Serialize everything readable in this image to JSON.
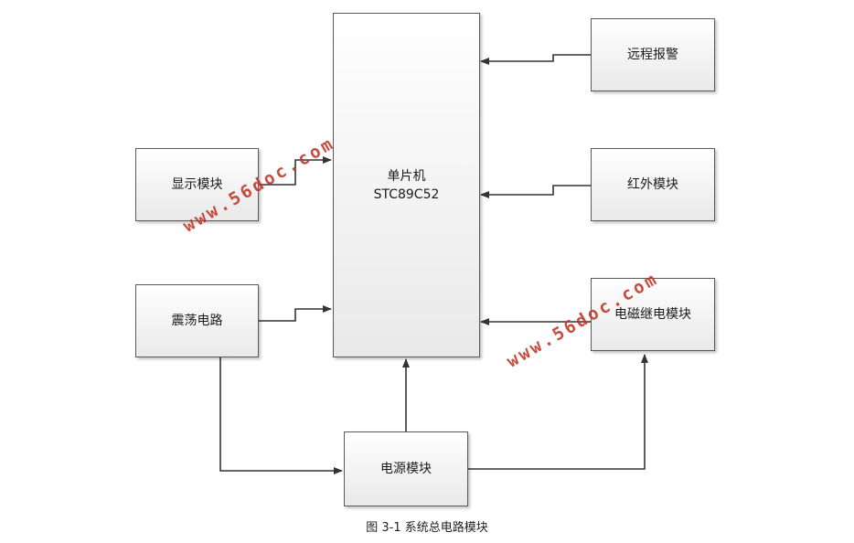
{
  "blocks": {
    "mcu_line1": "单片机",
    "mcu_line2": "STC89C52",
    "remote_alarm": "远程报警",
    "infrared": "红外模块",
    "relay": "电磁继电模块",
    "display": "显示模块",
    "oscillator": "震荡电路",
    "power": "电源模块"
  },
  "caption": "图 3-1  系统总电路模块",
  "watermark": "www.56doc.com",
  "colors": {
    "border": "#5a5a5a",
    "arrow": "#333333",
    "watermark": "#c0392b"
  }
}
